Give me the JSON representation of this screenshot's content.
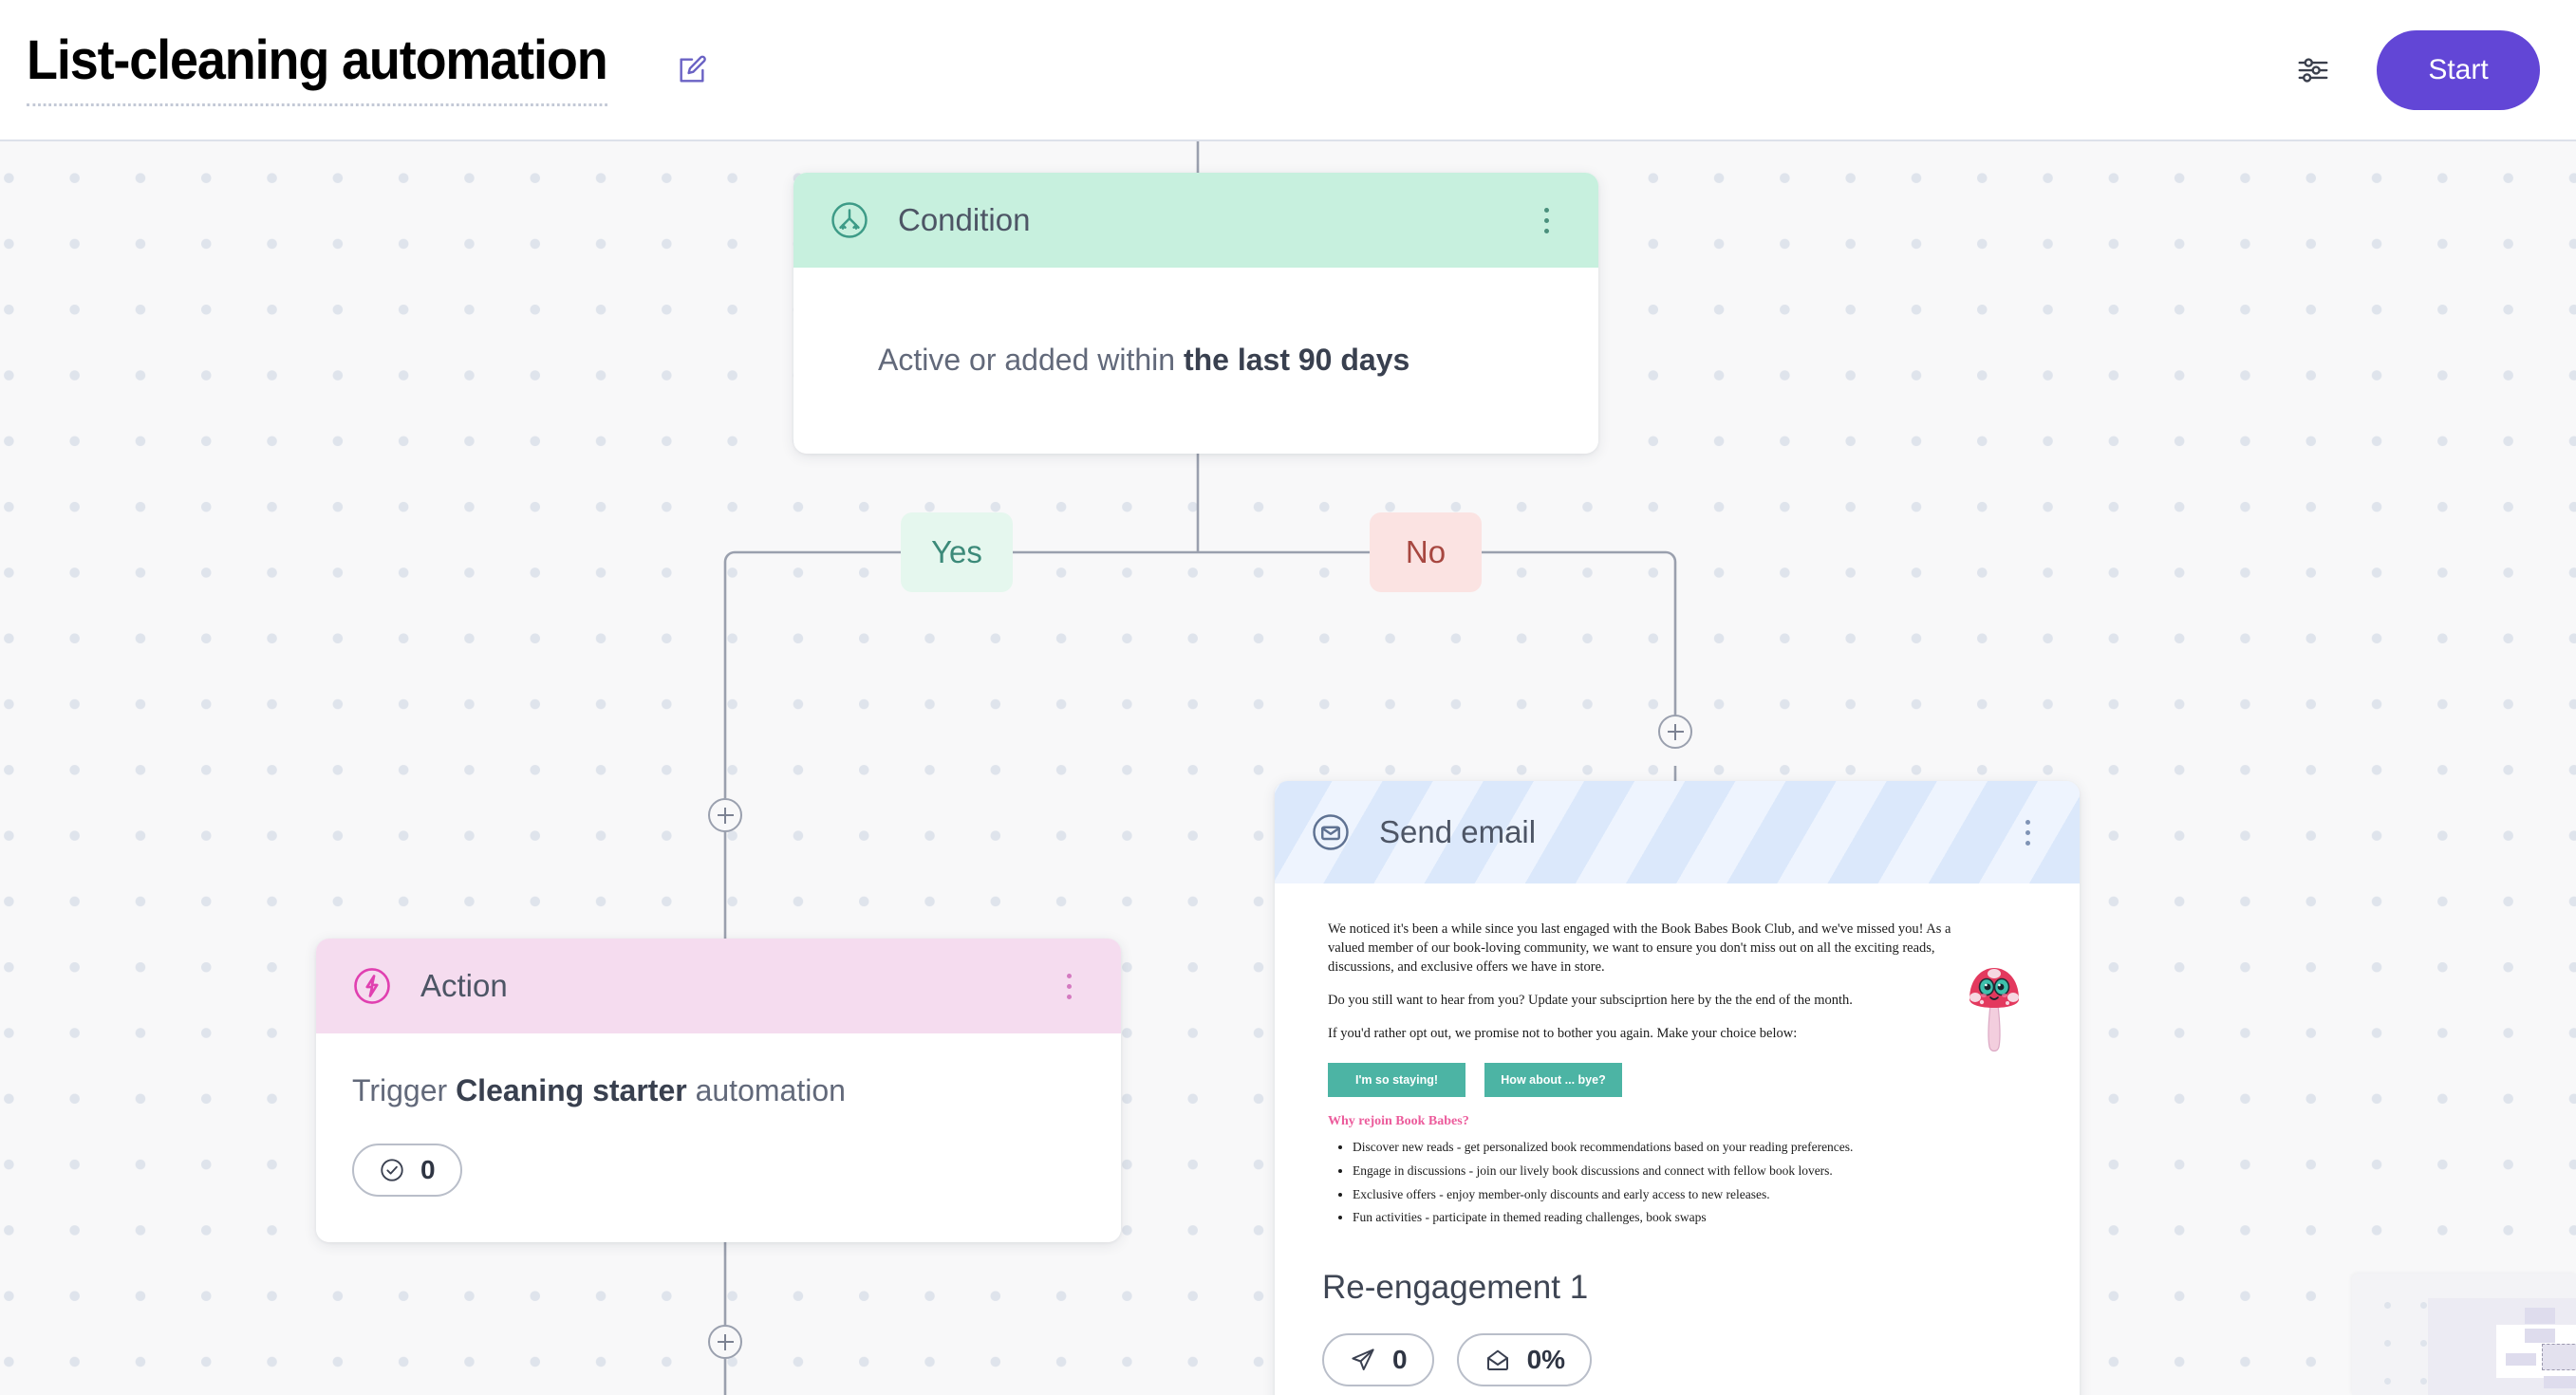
{
  "header": {
    "title": "List-cleaning automation",
    "edit_icon": "edit-pencil-icon",
    "settings_icon": "sliders-settings-icon",
    "start_label": "Start",
    "accent_color": "#6246d6"
  },
  "canvas": {
    "add_step_icon": "plus-circle-icon",
    "branches": {
      "yes_label": "Yes",
      "yes_color": "#3c8a79",
      "no_label": "No",
      "no_color": "#a74740"
    }
  },
  "nodes": {
    "condition": {
      "icon": "branch-split-icon",
      "title": "Condition",
      "menu_icon": "more-vertical-icon",
      "sentence_prefix": "Active or added within ",
      "sentence_strong": "the last 90 days",
      "header_color": "#c7f0de"
    },
    "action": {
      "icon": "lightning-bolt-icon",
      "title": "Action",
      "menu_icon": "more-vertical-icon",
      "sentence_prefix": "Trigger ",
      "sentence_strong": "Cleaning starter",
      "sentence_suffix": " automation",
      "header_color": "#f5dcef",
      "stats": [
        {
          "icon": "check-circle-icon",
          "value": "0"
        }
      ]
    },
    "email": {
      "icon": "envelope-circle-icon",
      "title": "Send email",
      "menu_icon": "more-vertical-icon",
      "header_color": "#e8f1fd",
      "campaign_name": "Re-engagement 1",
      "stats": [
        {
          "icon": "paper-plane-icon",
          "value": "0"
        },
        {
          "icon": "envelope-open-icon",
          "value": "0%"
        }
      ],
      "preview": {
        "paragraph_1": "We noticed it's been a while since you last engaged with the Book Babes Book Club, and we've missed you! As a valued member of our book-loving community, we want to ensure you don't miss out on all the exciting reads, discussions, and exclusive offers we have in store.",
        "paragraph_2": "Do you still want to hear from you? Update your subsciprtion here by the the end of the month.",
        "paragraph_3": "If you'd rather opt out, we promise not to bother you again. Make your choice below:",
        "button_stay": "I'm so staying!",
        "button_leave": "How about ... bye?",
        "heading": "Why rejoin Book Babes?",
        "bullets": [
          "Discover new reads - get personalized book recommendations based on your reading preferences.",
          "Engage in discussions - join our lively book discussions and connect with fellow book lovers.",
          "Exclusive offers - enjoy member-only discounts and early access to new releases.",
          "Fun activities - participate in themed reading challenges, book swaps"
        ],
        "mascot": "mushroom-character-illustration"
      }
    }
  },
  "minimap": {
    "name": "canvas-minimap"
  }
}
